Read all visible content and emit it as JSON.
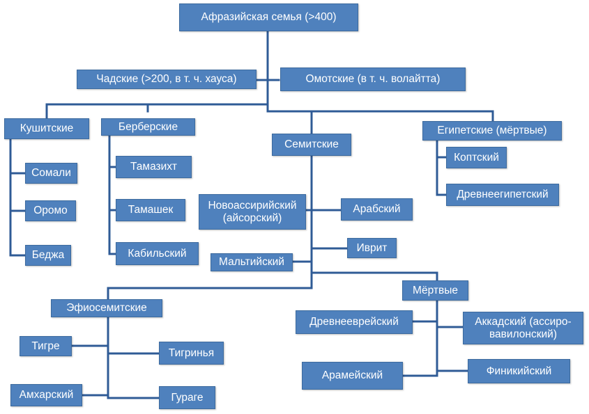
{
  "colors": {
    "node_fill": "#4f81bd",
    "connector": "#2f5b96"
  },
  "nodes": {
    "root": "Афразийская семья (>400)",
    "chadic": "Чадские (>200, в т. ч. хауса)",
    "omotic": "Омотские (в т. ч. волайтта)",
    "cushitic": "Кушитские",
    "somali": "Сомали",
    "oromo": "Оромо",
    "beja": "Беджа",
    "berber": "Берберские",
    "tamazight": "Тамазихт",
    "tamasheq": "Тамашек",
    "kabyle": "Кабильский",
    "semitic": "Семитские",
    "neo_aramaic": "Новоассирийский\n(айсорский)",
    "arabic": "Арабский",
    "hebrew": "Иврит",
    "maltese": "Мальтийский",
    "ethiosemitic": "Эфиосемитские",
    "tigre": "Тигре",
    "tigrinya": "Тигринья",
    "amharic": "Амхарский",
    "gurage": "Гураге",
    "extinct": "Мёртвые",
    "ancient_hebrew": "Древнееврейский",
    "aramaic": "Арамейский",
    "akkadian": "Аккадский (ассиро-\nвавилонский)",
    "phoenician": "Финикийский",
    "egyptian": "Египетские (мёртвые)",
    "coptic": "Коптский",
    "ancient_egyptian": "Древнеегипетский"
  }
}
